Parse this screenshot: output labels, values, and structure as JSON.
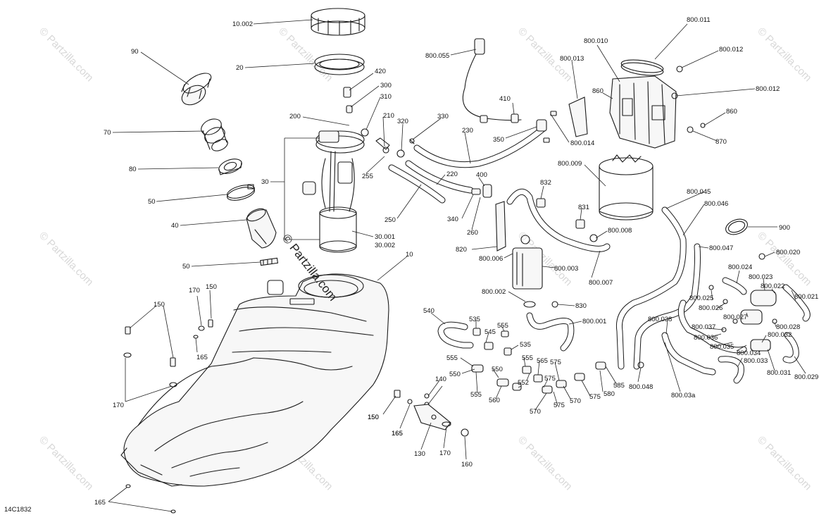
{
  "diagram": {
    "reference_code": "14C1832",
    "watermark": "© Partzilla.com",
    "center_watermark": "© Partzilla.com",
    "callouts": [
      "10.002",
      "20",
      "90",
      "70",
      "80",
      "50",
      "40",
      "50",
      "30",
      "30.001",
      "30.002",
      "200",
      "420",
      "300",
      "310",
      "210",
      "320",
      "255",
      "330",
      "230",
      "250",
      "220",
      "400",
      "340",
      "260",
      "800.055",
      "410",
      "350",
      "800.013",
      "800.014",
      "800.010",
      "800.011",
      "800.012",
      "860",
      "800.012",
      "860",
      "870",
      "800.009",
      "832",
      "831",
      "800.008",
      "820",
      "800.006",
      "800.003",
      "800.007",
      "800.002",
      "830",
      "800.001",
      "800.045",
      "800.046",
      "900",
      "800.047",
      "800.020",
      "800.024",
      "800.023",
      "800.022",
      "800.021",
      "800.025",
      "800.026",
      "800.027",
      "800.028",
      "800.037",
      "800.038",
      "800.036",
      "800.035",
      "800.034",
      "800.032",
      "800.033",
      "800.031",
      "800.029",
      "800.03a",
      "800.048",
      "10",
      "150",
      "170",
      "150",
      "165",
      "150",
      "170",
      "165",
      "540",
      "535",
      "545",
      "555",
      "535",
      "555",
      "550",
      "550",
      "555",
      "565",
      "575",
      "560",
      "552",
      "555",
      "575",
      "570",
      "575",
      "570",
      "575",
      "580",
      "585",
      "140",
      "150",
      "165",
      "130",
      "170",
      "160",
      "165"
    ]
  }
}
